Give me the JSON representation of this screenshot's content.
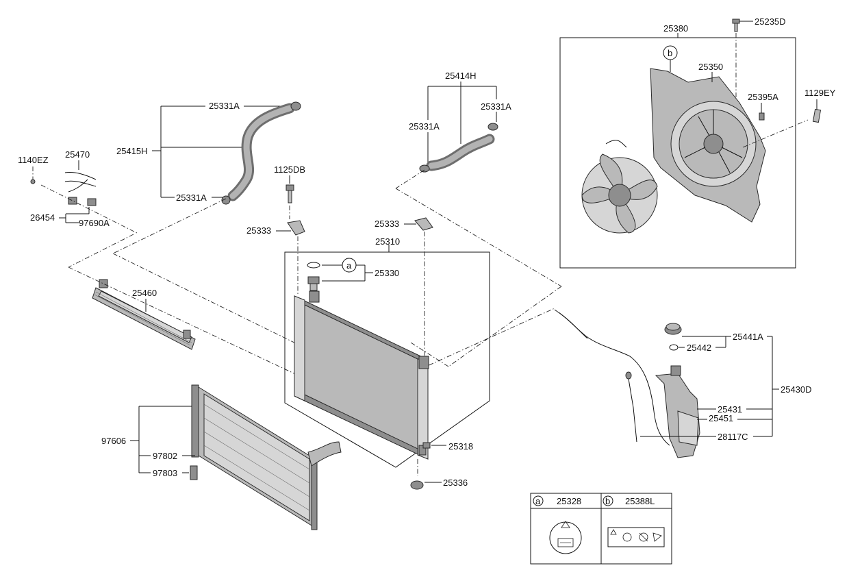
{
  "callout_a": "a",
  "callout_b": "b",
  "labels": {
    "l25380": "25380",
    "l25235D": "25235D",
    "l25350": "25350",
    "l25395A": "25395A",
    "l1129EY": "1129EY",
    "l25414H": "25414H",
    "l25331A_top": "25331A",
    "l25331A_left": "25331A",
    "l25331A_right": "25331A",
    "l25415H": "25415H",
    "l25331A_bottom": "25331A",
    "l1140EZ": "1140EZ",
    "l25470": "25470",
    "l26454": "26454",
    "l97690A": "97690A",
    "l1125DB": "1125DB",
    "l25333_left": "25333",
    "l25333_right": "25333",
    "l25310": "25310",
    "l25330": "25330",
    "l25460": "25460",
    "l25441A": "25441A",
    "l25442": "25442",
    "l25430D": "25430D",
    "l25431": "25431",
    "l25451": "25451",
    "l28117C": "28117C",
    "l97606": "97606",
    "l97802": "97802",
    "l97803": "97803",
    "l25318": "25318",
    "l25336": "25336"
  },
  "legend_table": {
    "col_a_letter": "a",
    "col_a_part": "25328",
    "col_b_letter": "b",
    "col_b_part": "25388L"
  }
}
